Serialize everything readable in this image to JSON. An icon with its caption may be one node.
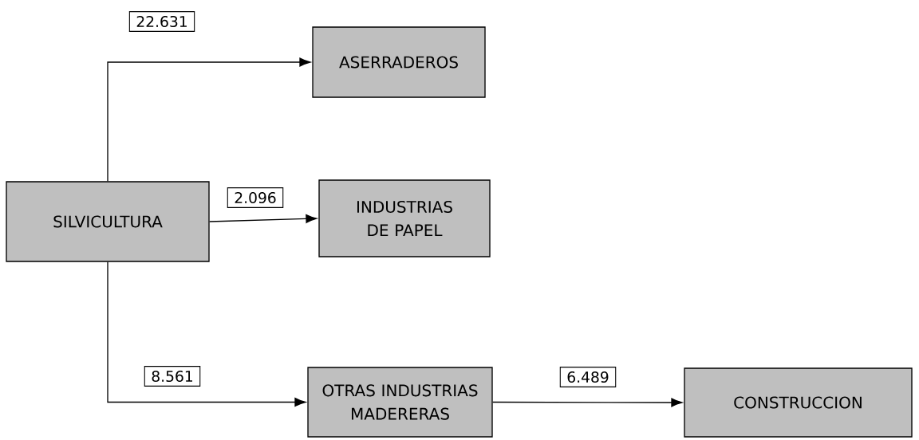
{
  "diagram": {
    "nodes": [
      {
        "text": [
          "SILVICULTURA"
        ]
      },
      {
        "text": [
          "ASERRADEROS"
        ]
      },
      {
        "text": [
          "INDUSTRIAS DE PAPEL"
        ]
      },
      {
        "text": [
          "OTRAS INDUSTRIAS MADERERAS"
        ]
      },
      {
        "text": [
          "CONSTRUCCION"
        ]
      }
    ],
    "edges": [
      {
        "from": 0,
        "to": 1,
        "arrow": "to",
        "label": "22.631"
      },
      {
        "from": 0,
        "to": 2,
        "arrow": "to",
        "label": "2.096"
      },
      {
        "from": 0,
        "to": 3,
        "arrow": "to",
        "label": "8.561"
      },
      {
        "from": 3,
        "to": 4,
        "arrow": "to",
        "label": "6.489"
      }
    ]
  }
}
